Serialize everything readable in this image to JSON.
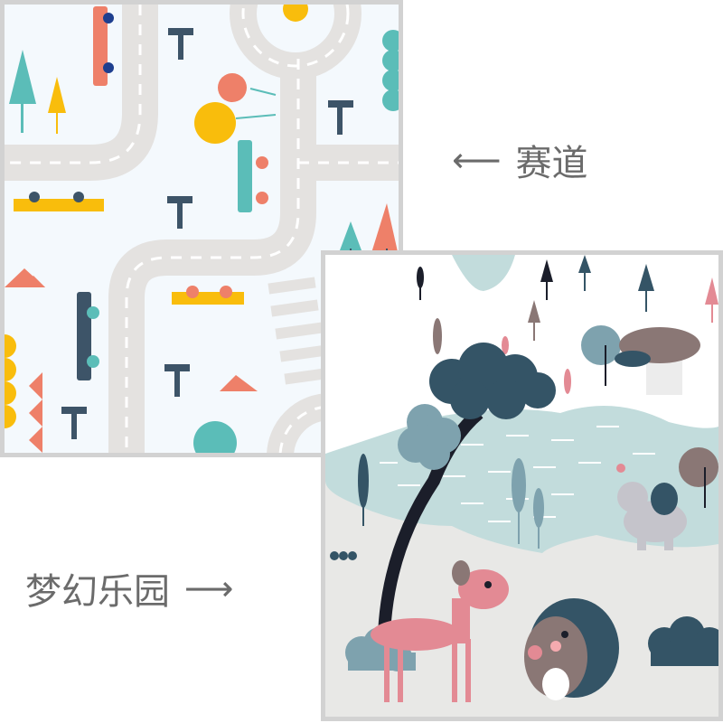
{
  "labels": {
    "track": {
      "text": "赛道",
      "arrow": "⟵"
    },
    "park": {
      "text": "梦幻乐园",
      "arrow": "⟶"
    }
  },
  "panels": {
    "track": {
      "name": "race-track-side"
    },
    "park": {
      "name": "dreamland-side"
    }
  },
  "colors": {
    "border": "#d2d2d2",
    "text": "#6b6b6b",
    "road": "#e4e2e0",
    "road_dash": "#ffffff",
    "track_bg": "#f4f9fd",
    "coral": "#ee8069",
    "yellow": "#f9bd0c",
    "teal": "#5bbdb8",
    "navy": "#3d5468",
    "park_bg": "#e8e8e6",
    "water": "#c2dcdc",
    "deer": "#e38a94",
    "dark_teal": "#345466"
  }
}
